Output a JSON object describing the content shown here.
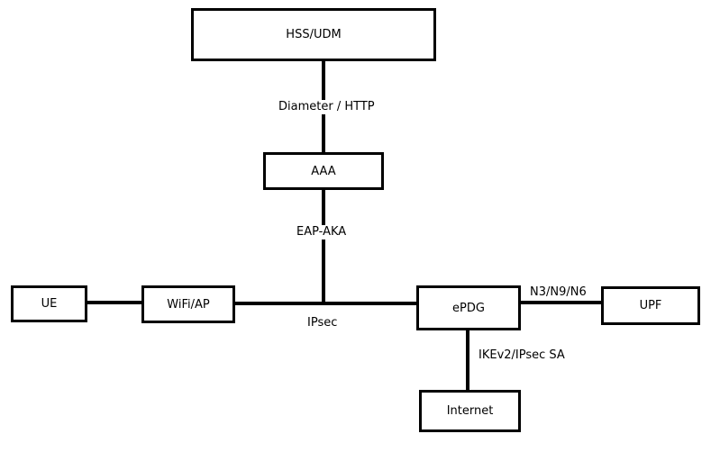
{
  "nodes": {
    "hss_udm": "HSS/UDM",
    "aaa": "AAA",
    "ue": "UE",
    "wifi_ap": "WiFi/AP",
    "epdg": "ePDG",
    "upf": "UPF",
    "internet": "Internet"
  },
  "edges": {
    "hss_aaa": "Diameter / HTTP",
    "aaa_ipsec": "EAP-AKA",
    "wifi_epdg": "IPsec",
    "epdg_upf": "N3/N9/N6",
    "epdg_internet": "IKEv2/IPsec SA"
  },
  "colors": {
    "stroke": "#000000",
    "background": "#ffffff"
  }
}
